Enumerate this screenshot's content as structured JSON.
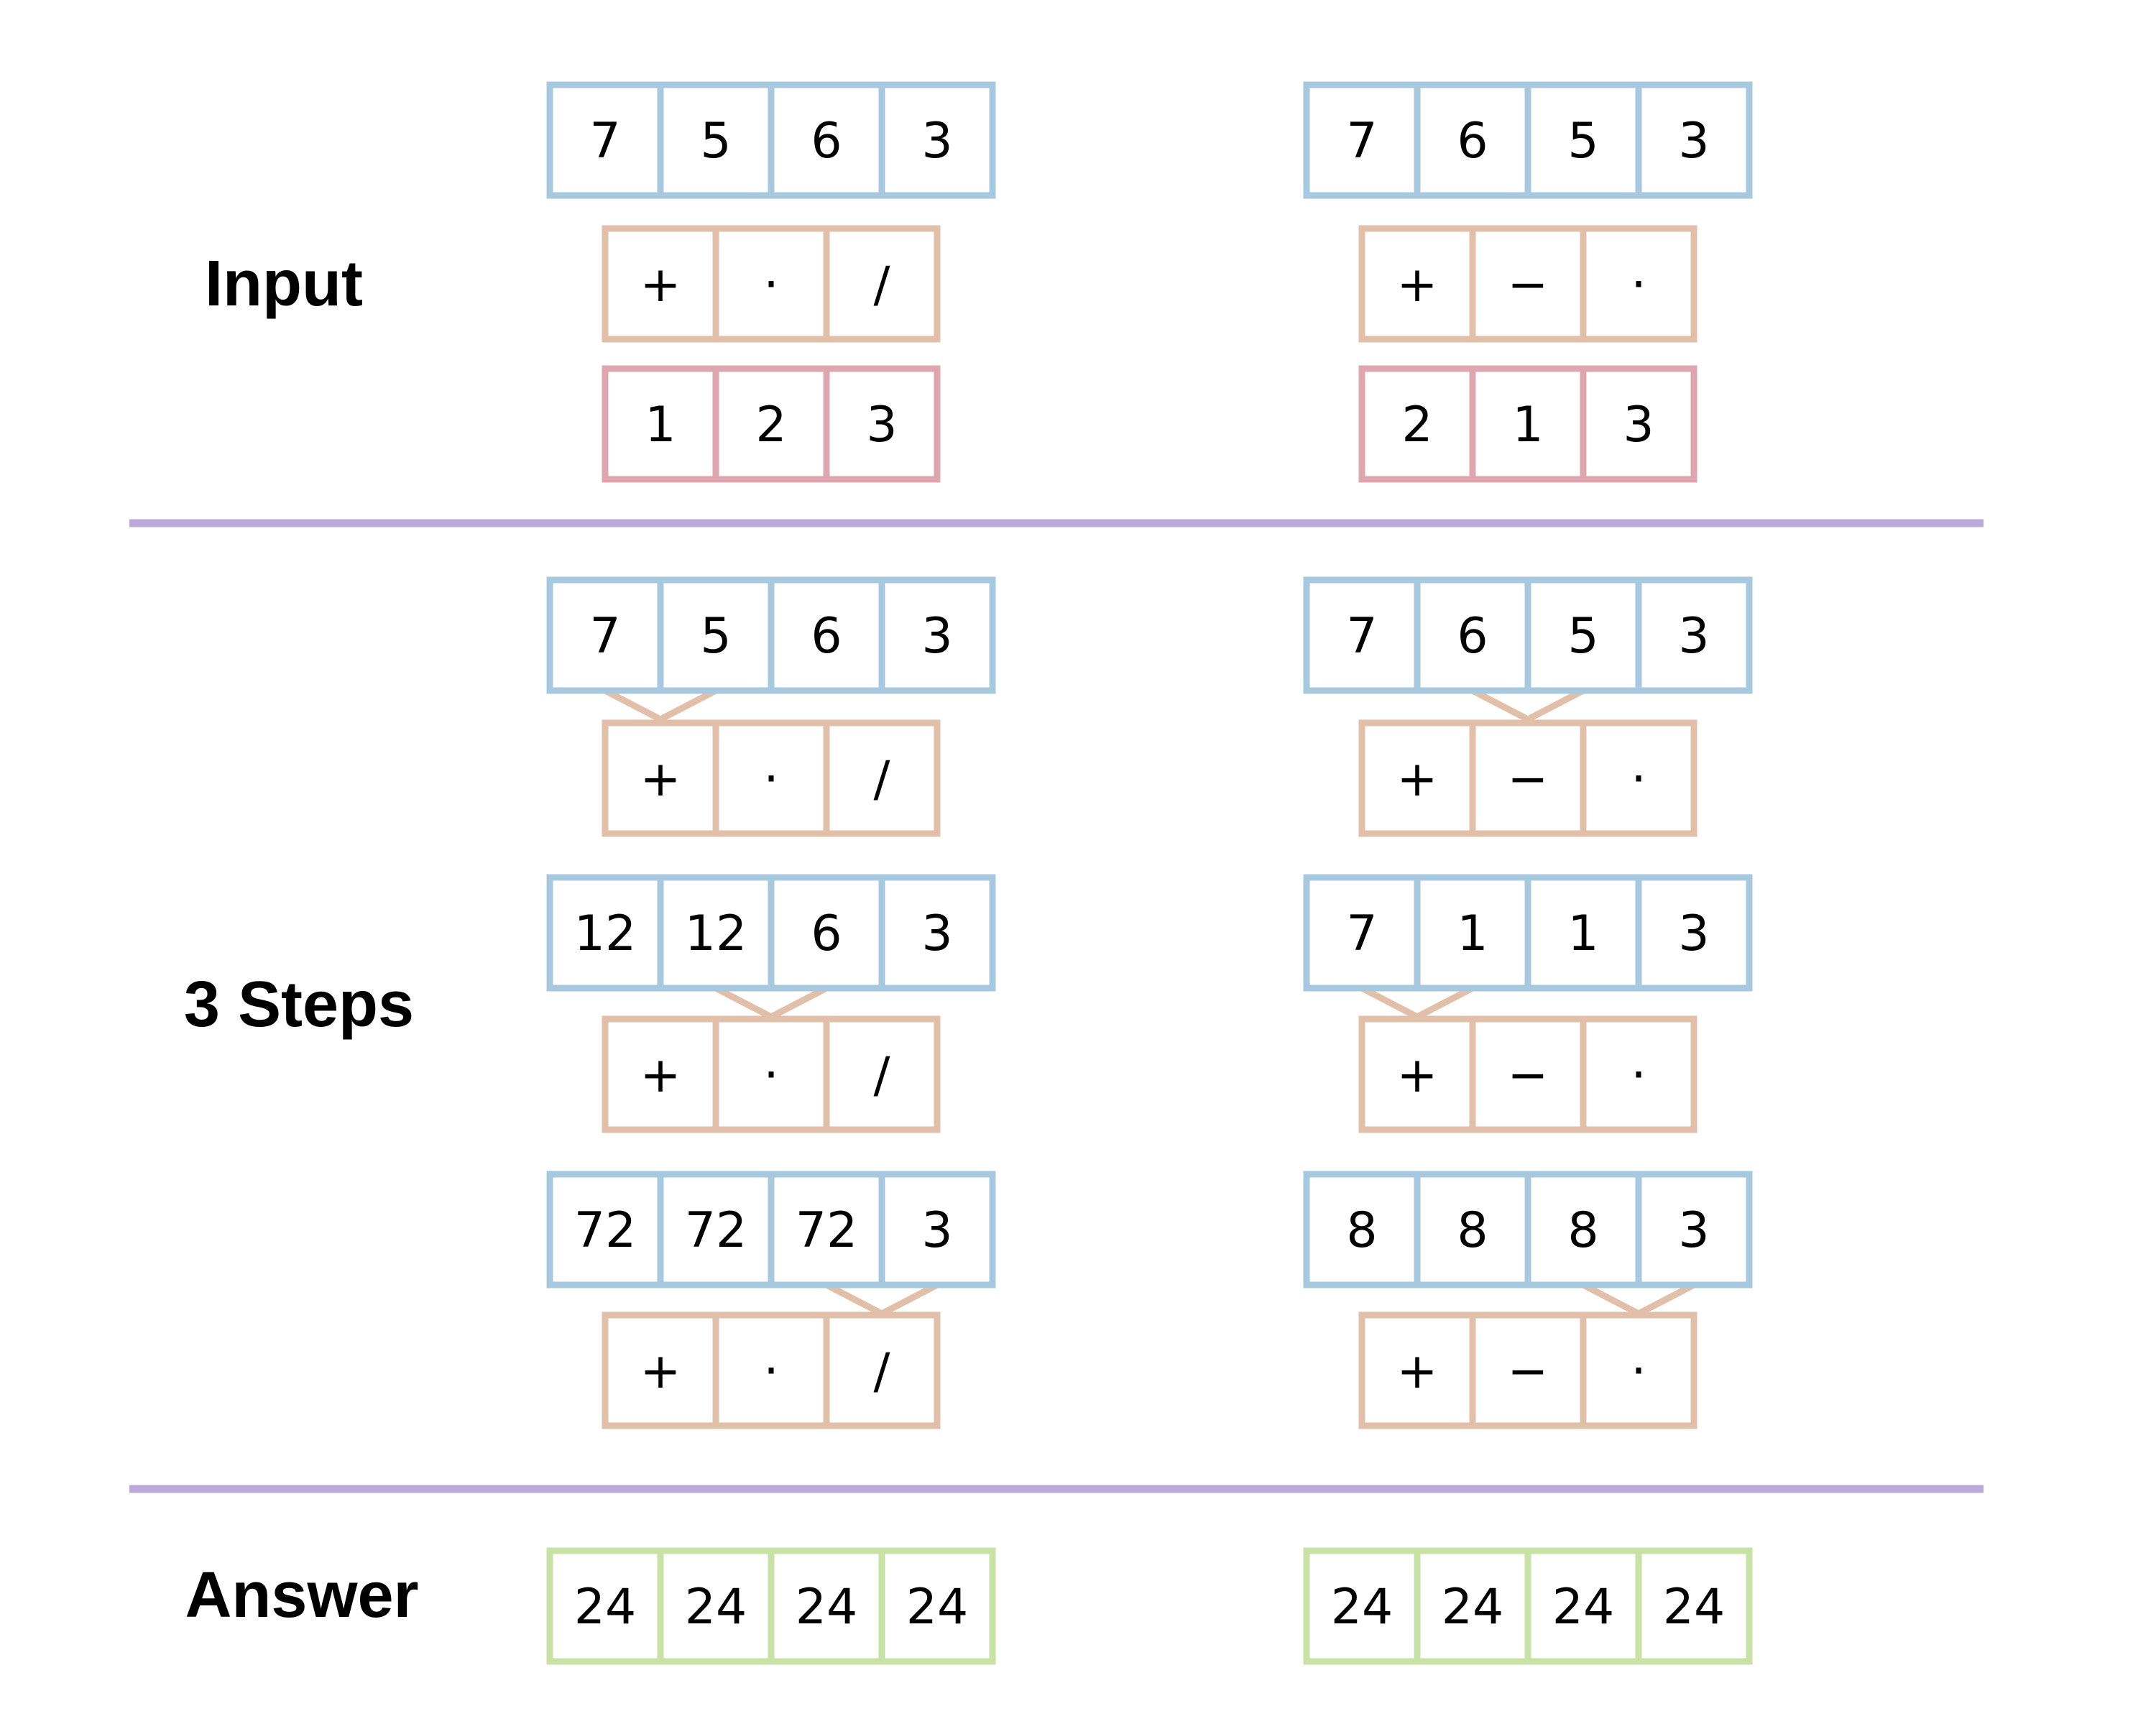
{
  "labels": {
    "input": "Input",
    "steps": "3 Steps",
    "answer": "Answer"
  },
  "colors": {
    "numbers": "#a7c9df",
    "operators": "#e1bfa8",
    "order": "#dea6ae",
    "answer": "#c8e2a6",
    "divider": "#bca8d9"
  },
  "examples": [
    {
      "input": {
        "numbers": [
          "7",
          "5",
          "6",
          "3"
        ],
        "operators": [
          "+",
          "·",
          "/"
        ],
        "order": [
          "1",
          "2",
          "3"
        ]
      },
      "steps": [
        {
          "numbers": [
            "7",
            "5",
            "6",
            "3"
          ],
          "operators": [
            "+",
            "·",
            "/"
          ],
          "pair": 0
        },
        {
          "numbers": [
            "12",
            "12",
            "6",
            "3"
          ],
          "operators": [
            "+",
            "·",
            "/"
          ],
          "pair": 1
        },
        {
          "numbers": [
            "72",
            "72",
            "72",
            "3"
          ],
          "operators": [
            "+",
            "·",
            "/"
          ],
          "pair": 2
        }
      ],
      "answer": [
        "24",
        "24",
        "24",
        "24"
      ]
    },
    {
      "input": {
        "numbers": [
          "7",
          "6",
          "5",
          "3"
        ],
        "operators": [
          "+",
          "−",
          "·"
        ],
        "order": [
          "2",
          "1",
          "3"
        ]
      },
      "steps": [
        {
          "numbers": [
            "7",
            "6",
            "5",
            "3"
          ],
          "operators": [
            "+",
            "−",
            "·"
          ],
          "pair": 1
        },
        {
          "numbers": [
            "7",
            "1",
            "1",
            "3"
          ],
          "operators": [
            "+",
            "−",
            "·"
          ],
          "pair": 0
        },
        {
          "numbers": [
            "8",
            "8",
            "8",
            "3"
          ],
          "operators": [
            "+",
            "−",
            "·"
          ],
          "pair": 2
        }
      ],
      "answer": [
        "24",
        "24",
        "24",
        "24"
      ]
    }
  ]
}
